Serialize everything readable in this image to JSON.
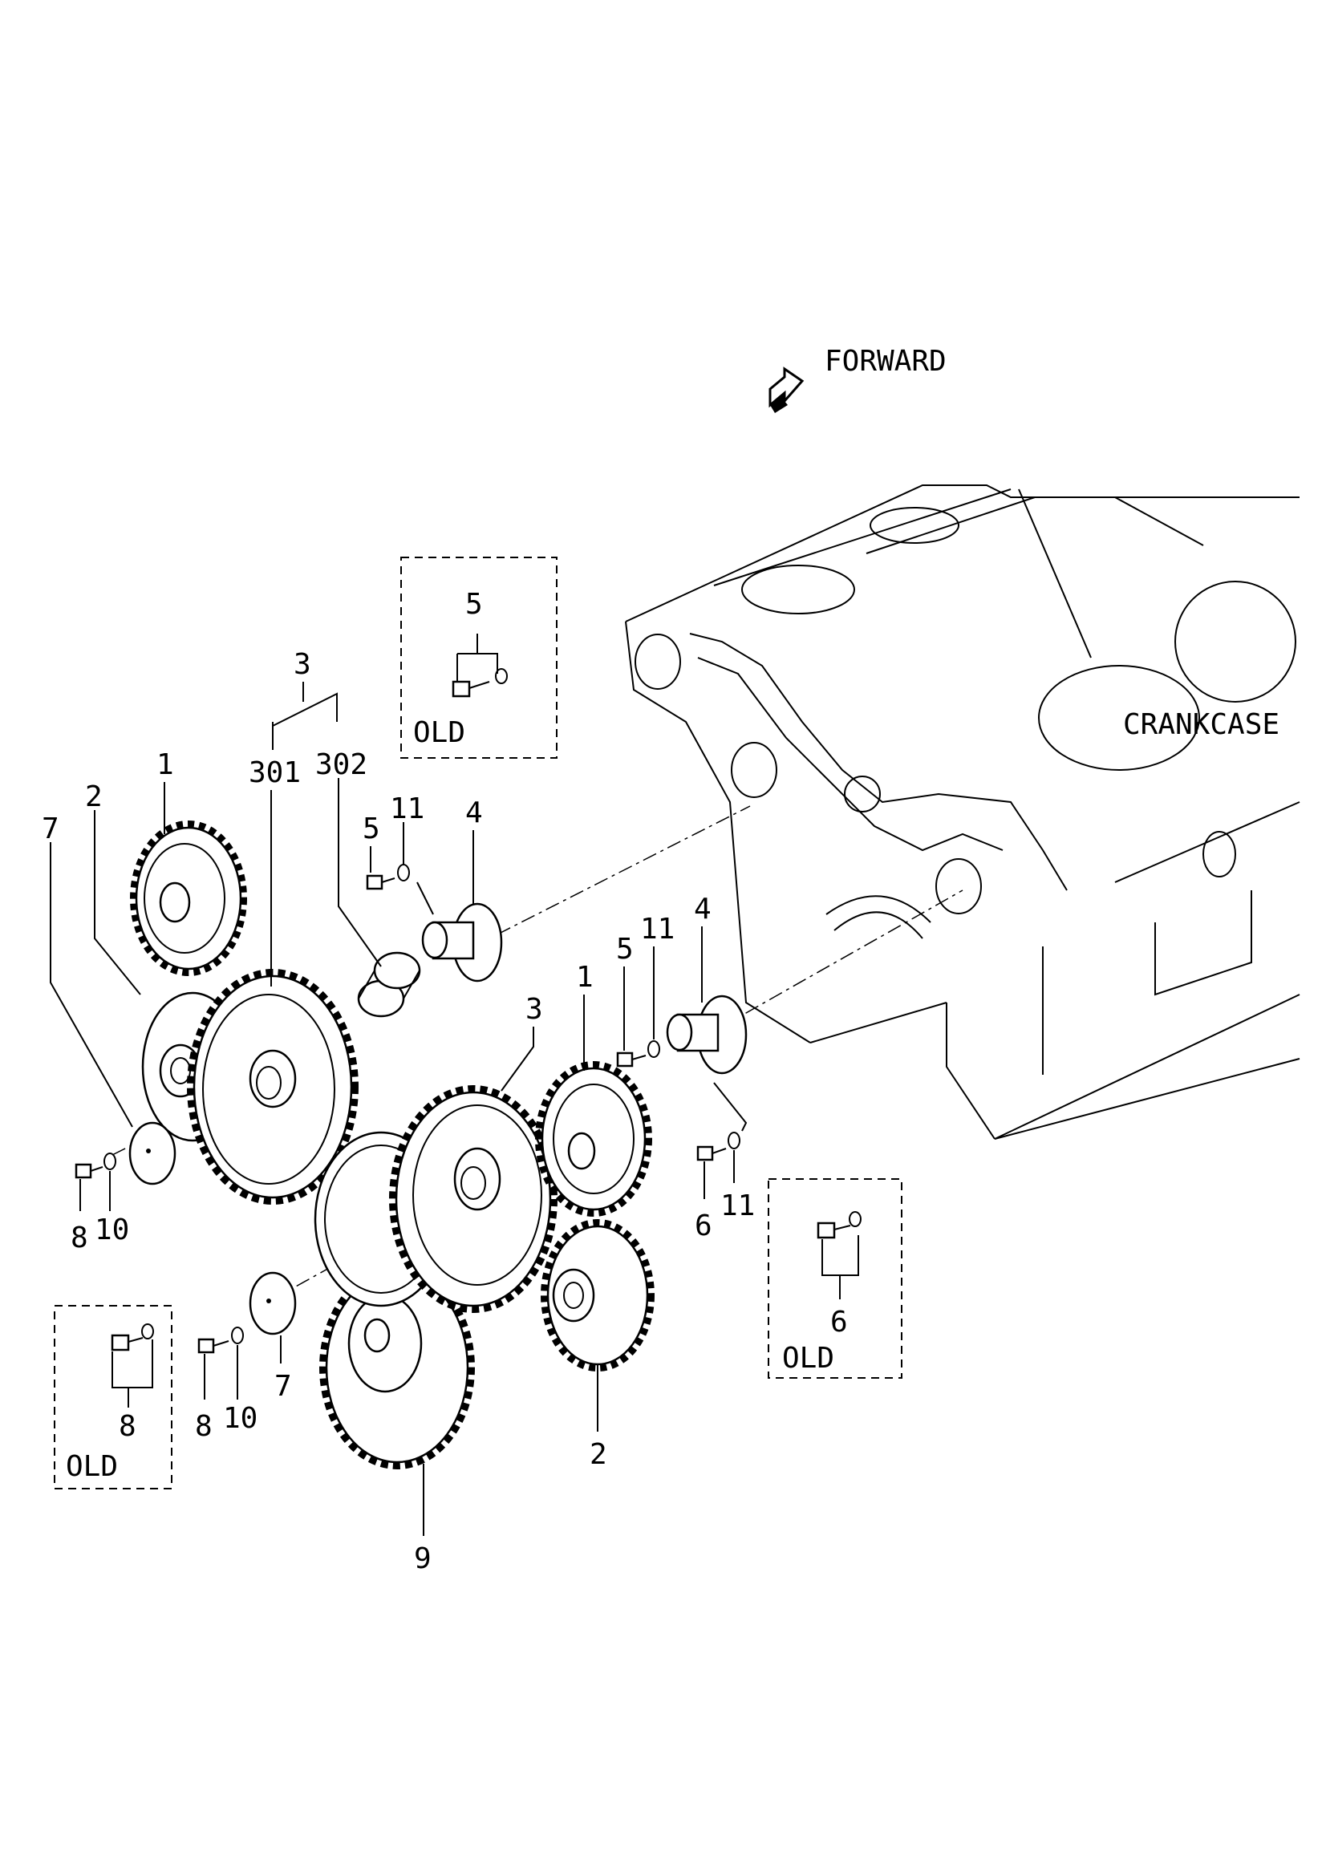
{
  "direction": {
    "label": "FORWARD",
    "icon": "forward-arrow-icon"
  },
  "crankcase_label": "CRANKCASE",
  "old_boxes": {
    "top": {
      "label": "OLD",
      "part": "5"
    },
    "right": {
      "label": "OLD",
      "part": "6"
    },
    "left": {
      "label": "OLD",
      "part": "8"
    }
  },
  "callouts": {
    "c3_group": "3",
    "c301": "301",
    "c302": "302",
    "c1_left": "1",
    "c2_left": "2",
    "c7_left": "7",
    "c5_mid": "5",
    "c11_mid": "11",
    "c4_left": "4",
    "c8_left": "8",
    "c10_left": "10",
    "c3_mid": "3",
    "c1_mid": "1",
    "c5_right": "5",
    "c11_right": "11",
    "c4_right": "4",
    "c6_right": "6",
    "c11_lower": "11",
    "c8_lower": "8",
    "c10_lower": "10",
    "c7_lower": "7",
    "c2_lower": "2",
    "c9": "9"
  }
}
